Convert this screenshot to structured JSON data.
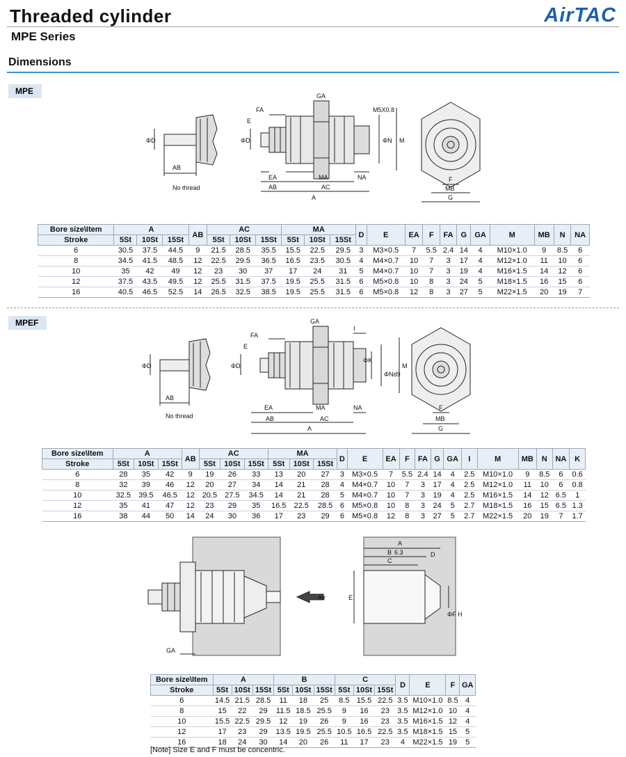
{
  "header": {
    "title": "Threaded cylinder",
    "series": "MPE Series",
    "logo": "AirTAC"
  },
  "section": {
    "title": "Dimensions"
  },
  "mpe": {
    "tag": "MPE",
    "labels": {
      "no_thread": "No thread",
      "phi_d": "ΦD",
      "ab": "AB",
      "ga": "GA",
      "fa": "FA",
      "e": "E",
      "m5": "M5X0.8",
      "phi_n": "ΦN",
      "m": "M",
      "ea": "EA",
      "ma": "MA",
      "na": "NA",
      "ac": "AC",
      "a": "A",
      "f": "F",
      "mb": "MB",
      "g": "G"
    },
    "table": {
      "head1": [
        "Bore size\\Item",
        "A",
        "AB",
        "AC",
        "MA",
        "D",
        "E",
        "EA",
        "F",
        "FA",
        "G",
        "GA",
        "M",
        "MB",
        "N",
        "NA"
      ],
      "head2": [
        "Stroke",
        "5St",
        "10St",
        "15St",
        "5St",
        "10St",
        "15St",
        "5St",
        "10St",
        "15St"
      ],
      "rows": [
        [
          "6",
          "30.5",
          "37.5",
          "44.5",
          "9",
          "21.5",
          "28.5",
          "35.5",
          "15.5",
          "22.5",
          "29.5",
          "3",
          "M3×0.5",
          "7",
          "5.5",
          "2.4",
          "14",
          "4",
          "M10×1.0",
          "9",
          "8.5",
          "6"
        ],
        [
          "8",
          "34.5",
          "41.5",
          "48.5",
          "12",
          "22.5",
          "29.5",
          "36.5",
          "16.5",
          "23.5",
          "30.5",
          "4",
          "M4×0.7",
          "10",
          "7",
          "3",
          "17",
          "4",
          "M12×1.0",
          "11",
          "10",
          "6"
        ],
        [
          "10",
          "35",
          "42",
          "49",
          "12",
          "23",
          "30",
          "37",
          "17",
          "24",
          "31",
          "5",
          "M4×0.7",
          "10",
          "7",
          "3",
          "19",
          "4",
          "M16×1.5",
          "14",
          "12",
          "6"
        ],
        [
          "12",
          "37.5",
          "43.5",
          "49.5",
          "12",
          "25.5",
          "31.5",
          "37.5",
          "19.5",
          "25.5",
          "31.5",
          "6",
          "M5×0.8",
          "10",
          "8",
          "3",
          "24",
          "5",
          "M18×1.5",
          "16",
          "15",
          "6"
        ],
        [
          "16",
          "40.5",
          "46.5",
          "52.5",
          "14",
          "26.5",
          "32.5",
          "38.5",
          "19.5",
          "25.5",
          "31.5",
          "6",
          "M5×0.8",
          "12",
          "8",
          "3",
          "27",
          "5",
          "M22×1.5",
          "20",
          "19",
          "7"
        ]
      ]
    }
  },
  "mpef": {
    "tag": "MPEF",
    "labels": {
      "no_thread": "No thread",
      "phi_d": "ΦD",
      "ab": "AB",
      "ga": "GA",
      "fa": "FA",
      "e": "E",
      "i": "I",
      "phi_k": "ΦK",
      "phi_n": "ΦNd9",
      "m": "M",
      "ea": "EA",
      "ma": "MA",
      "na": "NA",
      "ac": "AC",
      "a": "A",
      "f": "F",
      "mb": "MB",
      "g": "G"
    },
    "table": {
      "head1": [
        "Bore size\\Item",
        "A",
        "AB",
        "AC",
        "MA",
        "D",
        "E",
        "EA",
        "F",
        "FA",
        "G",
        "GA",
        "I",
        "M",
        "MB",
        "N",
        "NA",
        "K"
      ],
      "head2": [
        "Stroke",
        "5St",
        "10St",
        "15St",
        "5St",
        "10St",
        "15St",
        "5St",
        "10St",
        "15St"
      ],
      "rows": [
        [
          "6",
          "28",
          "35",
          "42",
          "9",
          "19",
          "26",
          "33",
          "13",
          "20",
          "27",
          "3",
          "M3×0.5",
          "7",
          "5.5",
          "2.4",
          "14",
          "4",
          "2.5",
          "M10×1.0",
          "9",
          "8.5",
          "6",
          "0.6"
        ],
        [
          "8",
          "32",
          "39",
          "46",
          "12",
          "20",
          "27",
          "34",
          "14",
          "21",
          "28",
          "4",
          "M4×0.7",
          "10",
          "7",
          "3",
          "17",
          "4",
          "2.5",
          "M12×1.0",
          "11",
          "10",
          "6",
          "0.8"
        ],
        [
          "10",
          "32.5",
          "39.5",
          "46.5",
          "12",
          "20.5",
          "27.5",
          "34.5",
          "14",
          "21",
          "28",
          "5",
          "M4×0.7",
          "10",
          "7",
          "3",
          "19",
          "4",
          "2.5",
          "M16×1.5",
          "14",
          "12",
          "6.5",
          "1"
        ],
        [
          "12",
          "35",
          "41",
          "47",
          "12",
          "23",
          "29",
          "35",
          "16.5",
          "22.5",
          "28.5",
          "6",
          "M5×0.8",
          "10",
          "8",
          "3",
          "24",
          "5",
          "2.7",
          "M18×1.5",
          "16",
          "15",
          "6.5",
          "1.3"
        ],
        [
          "16",
          "38",
          "44",
          "50",
          "14",
          "24",
          "30",
          "36",
          "17",
          "23",
          "29",
          "6",
          "M5×0.8",
          "12",
          "8",
          "3",
          "27",
          "5",
          "2.7",
          "M22×1.5",
          "20",
          "19",
          "7",
          "1.7"
        ]
      ]
    }
  },
  "mount": {
    "labels": {
      "air": "Air",
      "ga": "GA",
      "a": "A",
      "b": "B",
      "c": "C",
      "d": "D",
      "e": "E",
      "phi_f": "ΦF H8",
      "roughness": "6.3"
    },
    "table": {
      "head1": [
        "Bore size\\Item",
        "A",
        "B",
        "C",
        "D",
        "E",
        "F",
        "GA"
      ],
      "head2": [
        "Stroke",
        "5St",
        "10St",
        "15St",
        "5St",
        "10St",
        "15St",
        "5St",
        "10St",
        "15St"
      ],
      "rows": [
        [
          "6",
          "14.5",
          "21.5",
          "28.5",
          "11",
          "18",
          "25",
          "8.5",
          "15.5",
          "22.5",
          "3.5",
          "M10×1.0",
          "8.5",
          "4"
        ],
        [
          "8",
          "15",
          "22",
          "29",
          "11.5",
          "18.5",
          "25.5",
          "9",
          "16",
          "23",
          "3.5",
          "M12×1.0",
          "10",
          "4"
        ],
        [
          "10",
          "15.5",
          "22.5",
          "29.5",
          "12",
          "19",
          "26",
          "9",
          "16",
          "23",
          "3.5",
          "M16×1.5",
          "12",
          "4"
        ],
        [
          "12",
          "17",
          "23",
          "29",
          "13.5",
          "19.5",
          "25.5",
          "10.5",
          "16.5",
          "22.5",
          "3.5",
          "M18×1.5",
          "15",
          "5"
        ],
        [
          "16",
          "18",
          "24",
          "30",
          "14",
          "20",
          "26",
          "11",
          "17",
          "23",
          "4",
          "M22×1.5",
          "19",
          "5"
        ]
      ]
    },
    "note": "[Note] Size E and F must be concentric."
  }
}
